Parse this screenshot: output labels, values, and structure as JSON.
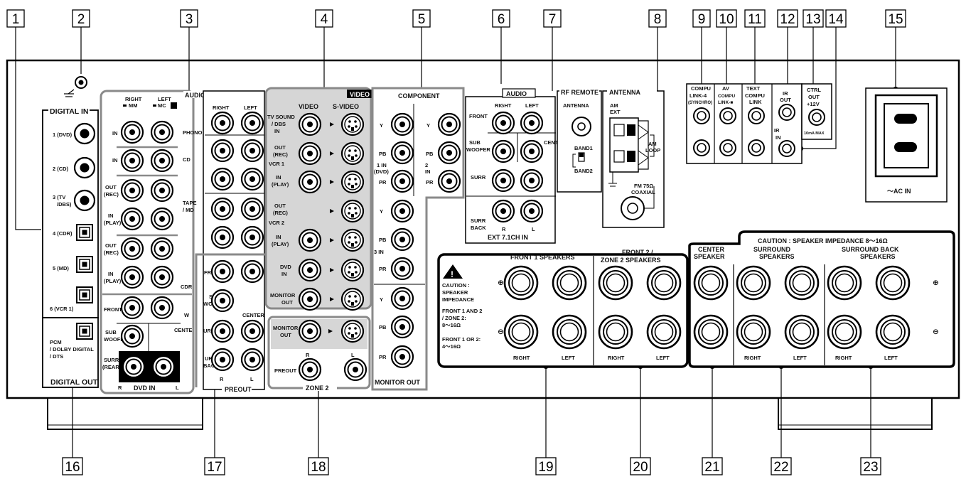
{
  "callouts": [
    "1",
    "2",
    "3",
    "4",
    "5",
    "6",
    "7",
    "8",
    "9",
    "10",
    "11",
    "12",
    "13",
    "14",
    "15",
    "16",
    "17",
    "18",
    "19",
    "20",
    "21",
    "22",
    "23"
  ],
  "digital": {
    "in_title": "DIGITAL IN",
    "out_title": "DIGITAL OUT",
    "in_labels": [
      "1 (DVD)",
      "2 (CD)",
      "3 (TV",
      "/DBS)",
      "4 (CDR)",
      "5 (MD)",
      "6 (VCR 1)"
    ],
    "out_labels": [
      "PCM",
      "/ DOLBY DIGITAL",
      "/ DTS"
    ]
  },
  "audio_panel": {
    "title": "AUDIO",
    "right": "RIGHT",
    "left": "LEFT",
    "mm": "MM",
    "mc": "MC",
    "labels": [
      "IN",
      "IN",
      "OUT",
      "(REC)",
      "IN",
      "(PLAY)",
      "OUT",
      "(REC)",
      "IN",
      "(PLAY)",
      "FRONT",
      "SUB",
      "WOOFER",
      "SURR",
      "(REAR)",
      "R",
      "L"
    ],
    "side": [
      "PHONO",
      "CD",
      "TAPE",
      "/ MD",
      "CDR",
      "W",
      "CENTE"
    ],
    "dvd_in": "DVD IN"
  },
  "preout": {
    "right": "RIGHT",
    "left": "LEFT",
    "labels": [
      "FRONT",
      "SUB",
      "WOOFER",
      "CENTER",
      "URR",
      "URR",
      "BACK",
      "R",
      "L"
    ],
    "title": "PREOUT"
  },
  "video": {
    "title": "VIDEO",
    "col_video": "VIDEO",
    "col_svideo": "S-VIDEO",
    "labels": [
      "TV SOUND",
      "/ DBS",
      "IN",
      "OUT",
      "(REC)",
      "VCR 1",
      "IN",
      "(PLAY)",
      "OUT",
      "(REC)",
      "VCR 2",
      "IN",
      "(PLAY)",
      "DVD",
      "IN",
      "MONITOR",
      "OUT"
    ]
  },
  "zone2": {
    "labels": [
      "MONITOR",
      "OUT",
      "R",
      "L",
      "PREOUT"
    ],
    "title": "ZONE 2"
  },
  "component": {
    "title": "COMPONENT",
    "labels": [
      "Y",
      "Y",
      "PB",
      "PB",
      "PR",
      "PR",
      "1 IN",
      "(DVD)",
      "2",
      "IN",
      "Y",
      "PB",
      "3 IN",
      "PR",
      "Y",
      "PB",
      "PR"
    ],
    "monitor_out": "MONITOR OUT"
  },
  "ext71": {
    "title": "AUDIO",
    "labels": [
      "RIGHT",
      "LEFT",
      "FRONT",
      "SUB",
      "WOOFER",
      "CENTER",
      "SURR",
      "SURR",
      "BACK",
      "R",
      "L"
    ],
    "bottom": "EXT 7.1CH IN"
  },
  "rf_remote": {
    "title": "RF REMOTE",
    "antenna": "ANTENNA",
    "band1": "BAND1",
    "band2": "BAND2"
  },
  "antenna": {
    "title": "ANTENNA",
    "am_ext_1": "AM",
    "am_ext_2": "EXT",
    "am_loop_1": "AM",
    "am_loop_2": "LOOP",
    "fm_1": "FM 75Ω",
    "fm_2": "COAXIAL"
  },
  "compulink": {
    "labels": [
      "COMPU",
      "LINK-4",
      "(SYNCHRO)",
      "AV",
      "COMPU",
      "LINK-■",
      "TEXT",
      "COMPU",
      "LINK",
      "IR",
      "OUT",
      "IR",
      "IN",
      "CTRL",
      "OUT",
      "+12V",
      "10mA MAX"
    ]
  },
  "ac_in": "～AC IN",
  "speakers": {
    "caution_top": "CAUTION : SPEAKER IMPEDANCE 8～16Ω",
    "caution_left": [
      "CAUTION :",
      "SPEAKER",
      "IMPEDANCE",
      "FRONT 1 AND 2",
      "/ ZONE 2:",
      "8～16Ω",
      "FRONT 1 OR 2:",
      "4～16Ω"
    ],
    "groups": [
      "FRONT 1 SPEAKERS",
      "FRONT 2 /",
      "ZONE 2 SPEAKERS",
      "CENTER",
      "SPEAKER",
      "SURROUND",
      "SPEAKERS",
      "SURROUND BACK",
      "SPEAKERS"
    ],
    "right": "RIGHT",
    "left": "LEFT",
    "plus": "⊕",
    "minus": "⊖"
  }
}
